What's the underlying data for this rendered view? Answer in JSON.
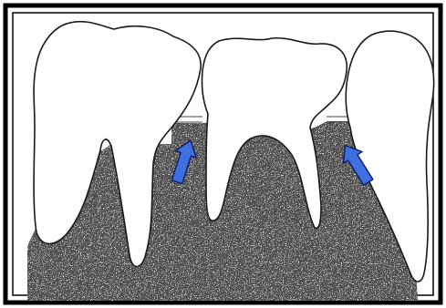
{
  "figure": {
    "subject": "dental-bone-loss-illustration",
    "teeth": [
      {
        "id": "left-molar"
      },
      {
        "id": "middle-molar"
      },
      {
        "id": "right-premolar"
      }
    ],
    "indicators": [
      {
        "id": "left-arrow",
        "color": "#3f6fe0"
      },
      {
        "id": "right-arrow",
        "color": "#3f6fe0"
      }
    ],
    "colors": {
      "frame": "#000000",
      "tooth_fill": "#ffffff",
      "tooth_stroke": "#1a1a1a",
      "bone_dark": "#1c1c1c",
      "bone_light": "#f2f2f2",
      "arrow_fill": "#3f6fe0",
      "arrow_stroke": "#0d1f66"
    }
  }
}
